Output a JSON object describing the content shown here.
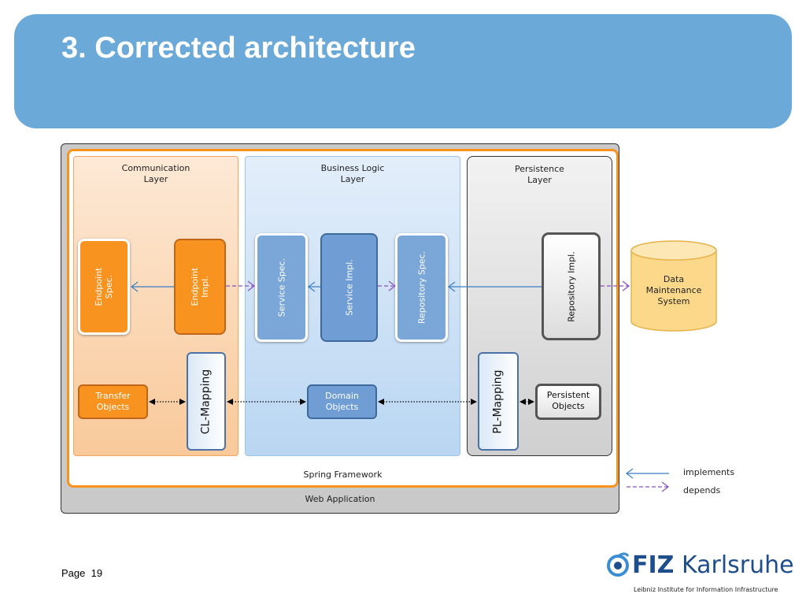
{
  "title": "3. Corrected architecture",
  "layers": {
    "communication": "Communication\nLayer",
    "business": "Business Logic\nLayer",
    "persistence": "Persistence\nLayer"
  },
  "boxes": {
    "endpoint_spec": "Endpoint\nSpec.",
    "endpoint_impl": "Endpoint\nImpl.",
    "service_spec": "Service Spec.",
    "service_impl": "Service Impl.",
    "repository_spec": "Repository Spec.",
    "repository_impl": "Repository Impl.",
    "transfer_objects": "Transfer\nObjects",
    "cl_mapping": "CL-Mapping",
    "domain_objects": "Domain\nObjects",
    "pl_mapping": "PL-Mapping",
    "persistent_objects": "Persistent\nObjects",
    "data_maintenance": "Data\nMaintenance\nSystem"
  },
  "frames": {
    "spring": "Spring Framework",
    "web_app": "Web Application"
  },
  "legend": {
    "implements": "implements",
    "depends": "depends"
  },
  "colors": {
    "title_bar": "#6aa9d8",
    "orange": "#f7931e",
    "blue_box": "#7ba7d8",
    "implements_arrow": "#3b7ec2",
    "depends_arrow": "#8a4fc0"
  },
  "footer": {
    "page": "Page  19",
    "logo_bold": "FIZ",
    "logo_name": " Karlsruhe",
    "logo_sub": "Leibniz Institute for Information Infrastructure"
  }
}
